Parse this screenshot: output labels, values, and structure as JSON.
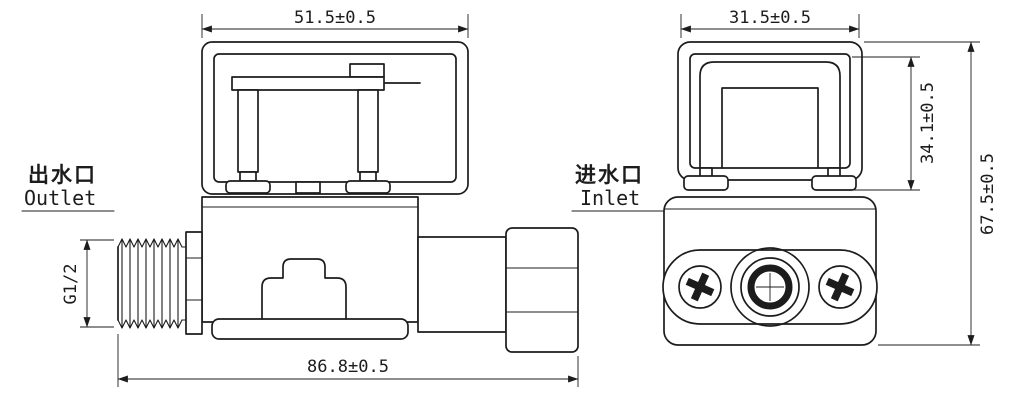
{
  "labels": {
    "outlet_cn": "出水口",
    "outlet_en": "Outlet",
    "inlet_cn": "进水口",
    "inlet_en": "Inlet",
    "thread_size": "G1/2"
  },
  "dimensions": {
    "coil_width": "51.5±0.5",
    "front_width": "31.5±0.5",
    "coil_height": "34.1±0.5",
    "overall_height": "67.5±0.5",
    "overall_length": "86.8±0.5"
  },
  "colors": {
    "line": "#1c1c1c",
    "background": "#ffffff"
  }
}
